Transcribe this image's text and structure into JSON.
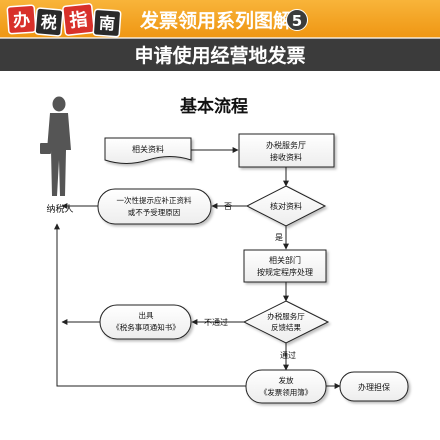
{
  "header": {
    "badges": [
      "办",
      "税",
      "指",
      "南"
    ],
    "series_title": "发票领用系列图解",
    "series_number": "5",
    "subtitle": "申请使用经营地发票"
  },
  "diagram": {
    "title": "基本流程",
    "taxpayer_label": "纳税人",
    "nodes": {
      "docs": "相关资料",
      "hall_receive": [
        "办税服务厅",
        "接收资料"
      ],
      "check": "核对资料",
      "notify": [
        "一次性提示应补正资料",
        "或不予受理原因"
      ],
      "dept_process": [
        "相关部门",
        "按规定程序处理"
      ],
      "hall_feedback": [
        "办税服务厅",
        "反馈结果"
      ],
      "issue_notice": [
        "出具",
        "《税务事项通知书》"
      ],
      "issue_book": [
        "发放",
        "《发票领用簿》"
      ],
      "guarantee": "办理担保"
    },
    "edge_labels": {
      "no": "否",
      "yes": "是",
      "fail": "不通过",
      "pass": "通过"
    }
  },
  "colors": {
    "orange": "#f5a21c",
    "dark_band": "#3b3b3b",
    "badge_red": "#d8302a",
    "line": "#222222",
    "box_fill": "#ffffff"
  }
}
